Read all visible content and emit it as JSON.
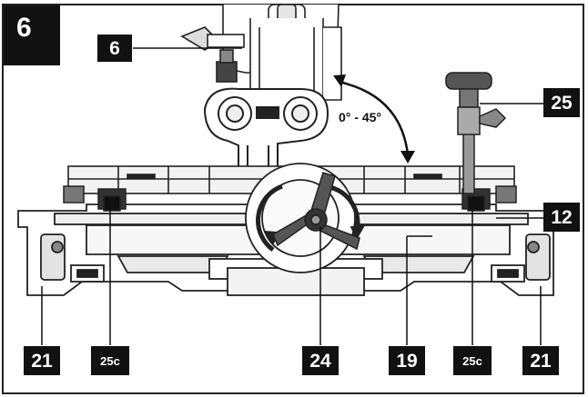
{
  "figure": {
    "number": "6"
  },
  "angle_label": "0° - 45°",
  "callouts": {
    "c6": "6",
    "c25": "25",
    "c12": "12",
    "c21_left": "21",
    "c25c_left": "25c",
    "c24": "24",
    "c19": "19",
    "c25c_right": "25c",
    "c21_right": "21"
  }
}
